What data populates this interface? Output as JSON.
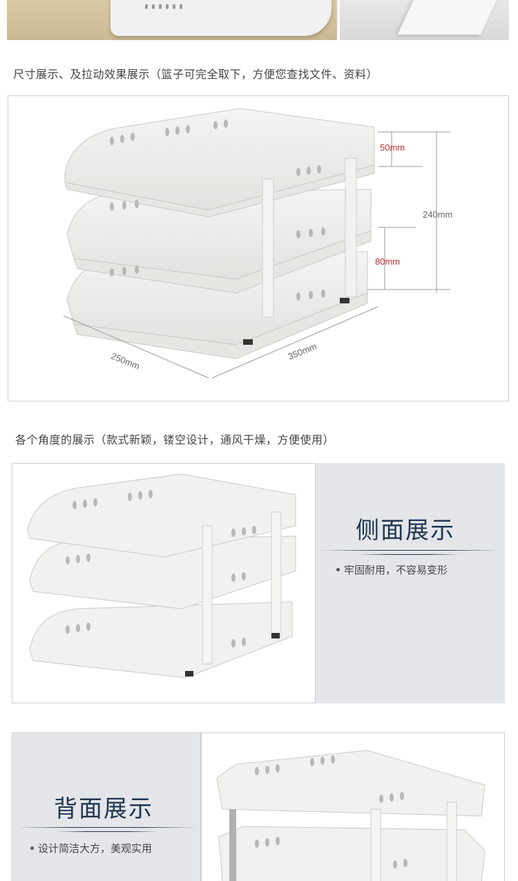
{
  "section1": {
    "caption": "尺寸展示、及拉动效果展示（篮子可完全取下，方便您查找文件、资料）",
    "dimensions": {
      "top_gap": "50mm",
      "total_height": "240mm",
      "layer_gap": "80mm",
      "depth": "250mm",
      "width": "350mm"
    }
  },
  "section2": {
    "caption": "各个角度的展示（款式新颖，镂空设计，通风干燥，方便使用）",
    "title": "侧面展示",
    "bullet": "牢固耐用，不容易变形"
  },
  "section3": {
    "title": "背面展示",
    "bullet": "设计简洁大方，美观实用"
  },
  "colors": {
    "accent_red": "#c23030",
    "title_navy": "#1f3550",
    "panel_bg": "#e4e6e9"
  }
}
